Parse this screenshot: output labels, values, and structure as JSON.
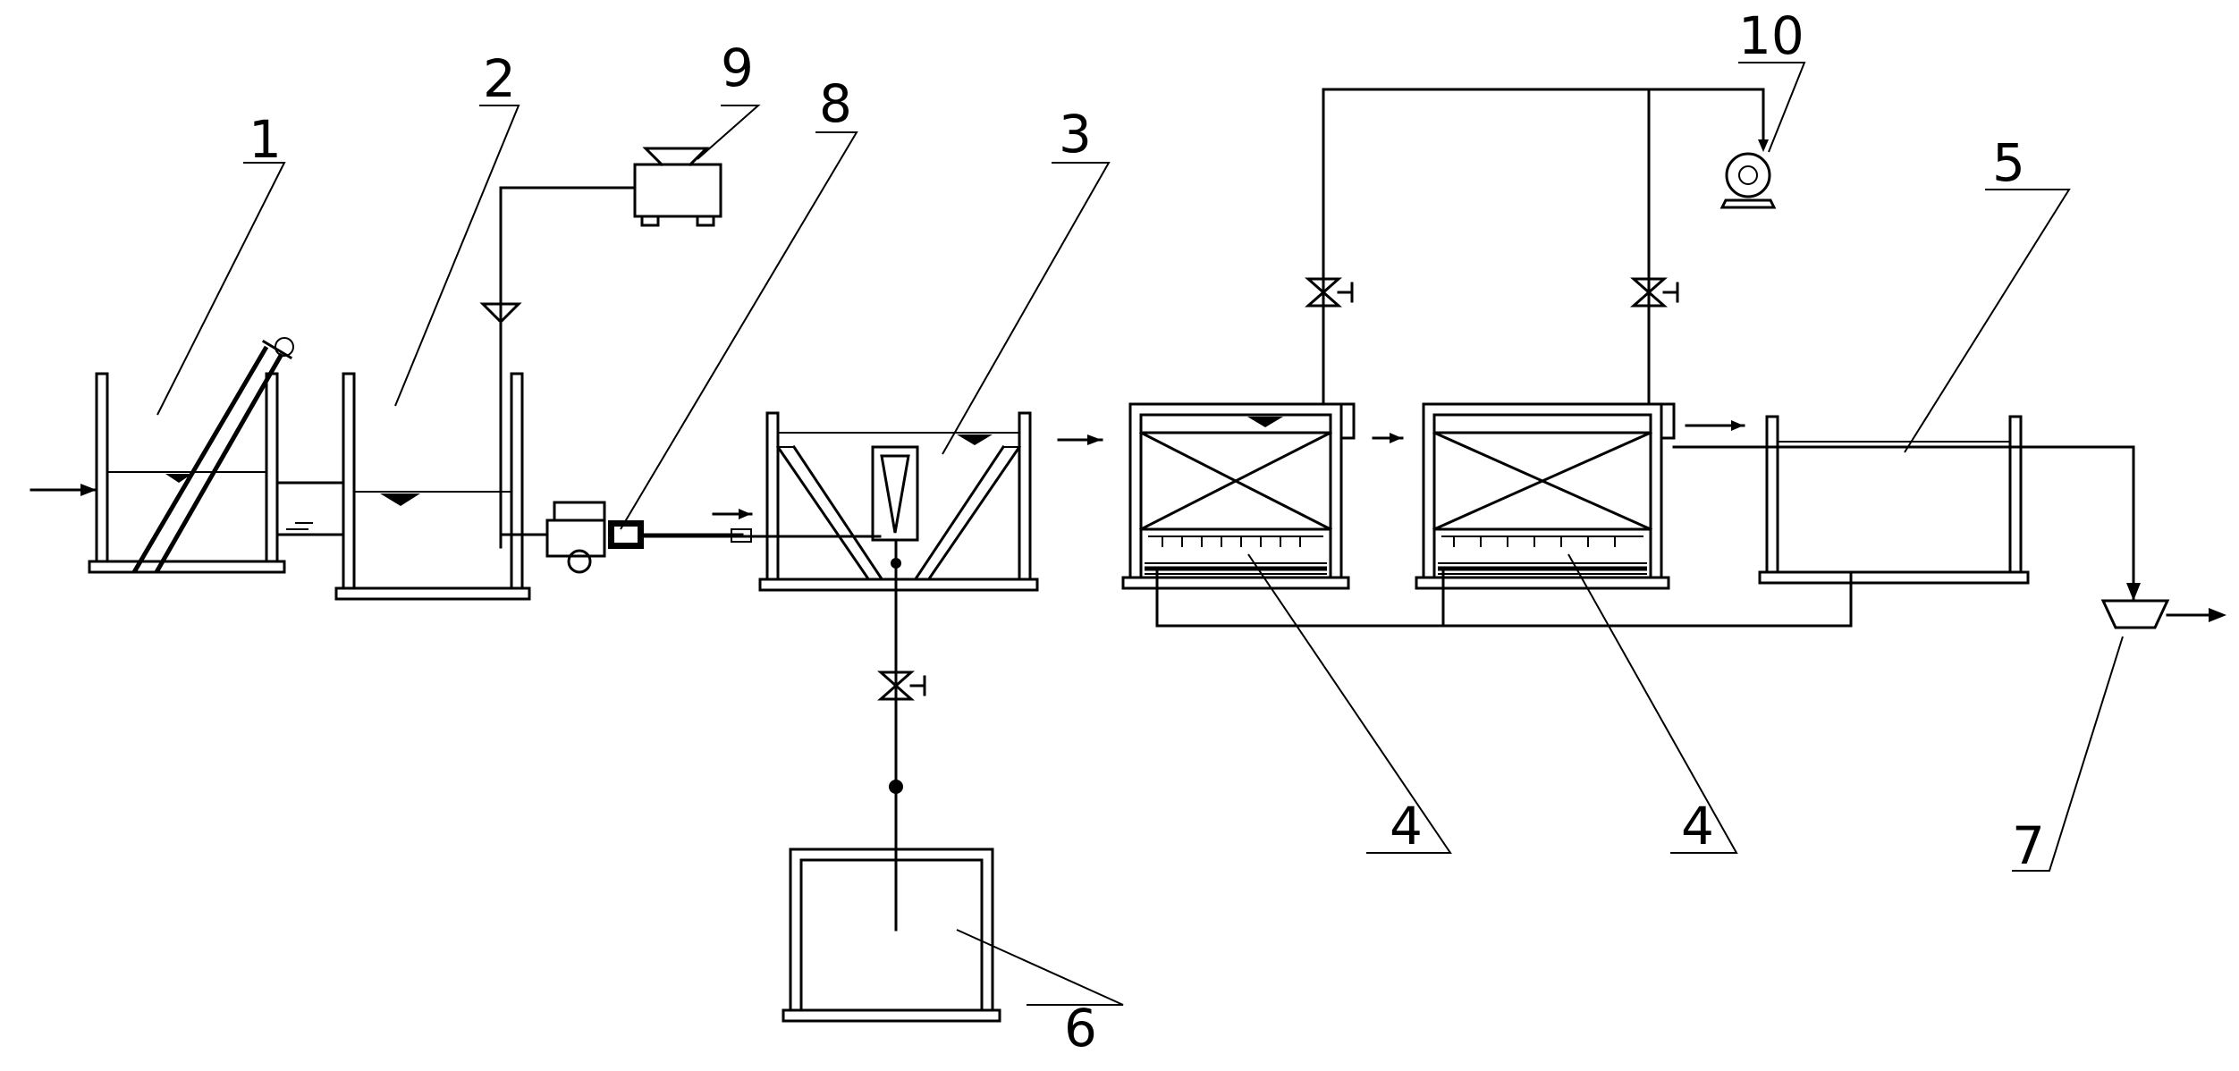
{
  "callouts": [
    {
      "id": "1",
      "label": "1"
    },
    {
      "id": "2",
      "label": "2"
    },
    {
      "id": "3",
      "label": "3"
    },
    {
      "id": "4a",
      "label": "4"
    },
    {
      "id": "4b",
      "label": "4"
    },
    {
      "id": "5",
      "label": "5"
    },
    {
      "id": "6",
      "label": "6"
    },
    {
      "id": "7",
      "label": "7"
    },
    {
      "id": "8",
      "label": "8"
    },
    {
      "id": "9",
      "label": "9"
    },
    {
      "id": "10",
      "label": "10"
    }
  ]
}
